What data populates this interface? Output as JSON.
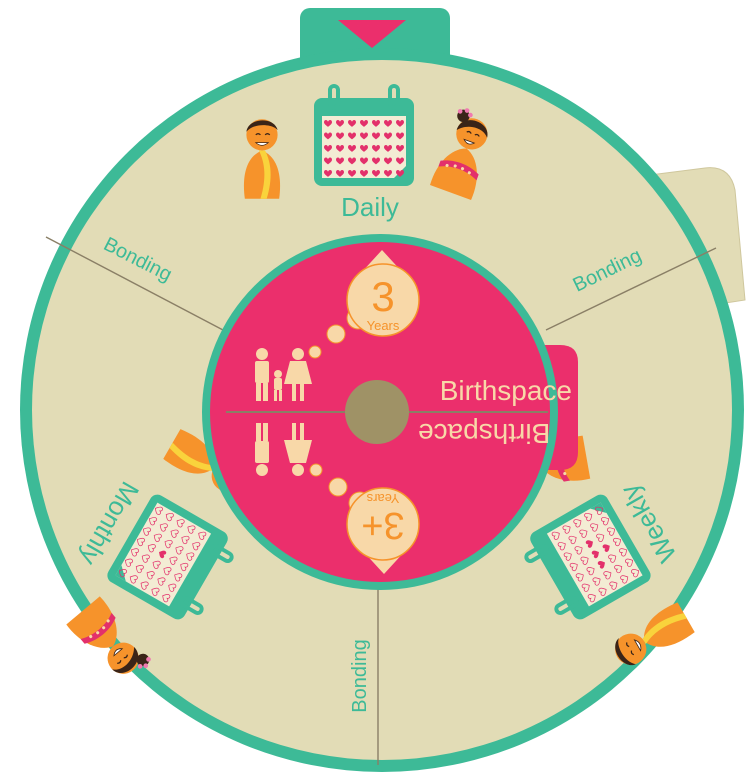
{
  "wheel": {
    "segments": {
      "daily": "Daily",
      "weekly": "Weekly",
      "monthly": "Monthly"
    },
    "dividers": {
      "left": "Bonding",
      "right": "Bonding",
      "bottom": "Bonding"
    }
  },
  "center": {
    "top_number": "3",
    "top_unit": "Years",
    "bottom_number": "3+",
    "bottom_unit": "Years",
    "label": "Birthspace"
  },
  "colors": {
    "ring": "#3dba97",
    "wheel_fill": "#e2dcb6",
    "hub": "#eb2f6c",
    "circle_fill": "#f8d8a8",
    "accent_orange": "#f6932b",
    "hub_center": "#9f9266",
    "hearts": "#e3306b"
  },
  "icons": [
    "pointer-icon",
    "calendar-icon",
    "family-icon",
    "couple-icon",
    "heart-icon"
  ]
}
